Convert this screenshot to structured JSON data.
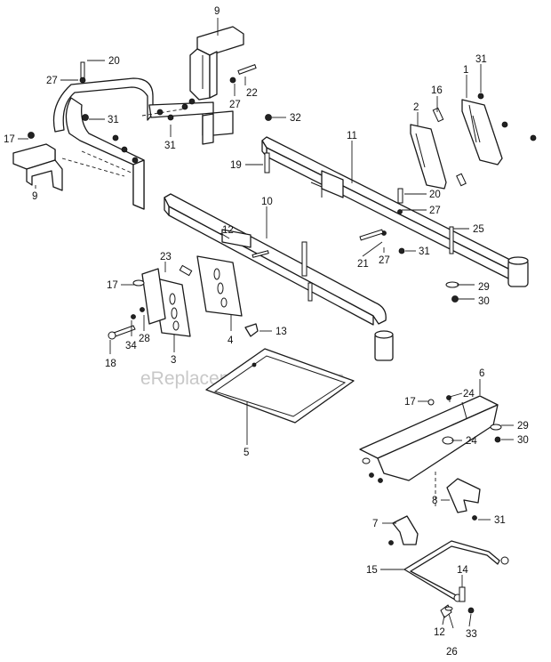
{
  "watermark": "eReplacementParts.com",
  "callouts": [
    {
      "id": "c-9a",
      "label": "9"
    },
    {
      "id": "c-20a",
      "label": "20"
    },
    {
      "id": "c-27a",
      "label": "27"
    },
    {
      "id": "c-22",
      "label": "22"
    },
    {
      "id": "c-27b",
      "label": "27"
    },
    {
      "id": "c-31a",
      "label": "31"
    },
    {
      "id": "c-31b",
      "label": "31"
    },
    {
      "id": "c-17a",
      "label": "17"
    },
    {
      "id": "c-9b",
      "label": "9"
    },
    {
      "id": "c-32",
      "label": "32"
    },
    {
      "id": "c-11",
      "label": "11"
    },
    {
      "id": "c-19",
      "label": "19"
    },
    {
      "id": "c-16",
      "label": "16"
    },
    {
      "id": "c-2",
      "label": "2"
    },
    {
      "id": "c-1",
      "label": "1"
    },
    {
      "id": "c-31c",
      "label": "31"
    },
    {
      "id": "c-20b",
      "label": "20"
    },
    {
      "id": "c-27c",
      "label": "27"
    },
    {
      "id": "c-25",
      "label": "25"
    },
    {
      "id": "c-21",
      "label": "21"
    },
    {
      "id": "c-27d",
      "label": "27"
    },
    {
      "id": "c-31d",
      "label": "31"
    },
    {
      "id": "c-29a",
      "label": "29"
    },
    {
      "id": "c-30a",
      "label": "30"
    },
    {
      "id": "c-10",
      "label": "10"
    },
    {
      "id": "c-12a",
      "label": "12"
    },
    {
      "id": "c-23",
      "label": "23"
    },
    {
      "id": "c-17b",
      "label": "17"
    },
    {
      "id": "c-34",
      "label": "34"
    },
    {
      "id": "c-28",
      "label": "28"
    },
    {
      "id": "c-18",
      "label": "18"
    },
    {
      "id": "c-3",
      "label": "3"
    },
    {
      "id": "c-4",
      "label": "4"
    },
    {
      "id": "c-13",
      "label": "13"
    },
    {
      "id": "c-5",
      "label": "5"
    },
    {
      "id": "c-6",
      "label": "6"
    },
    {
      "id": "c-24a",
      "label": "24"
    },
    {
      "id": "c-17c",
      "label": "17"
    },
    {
      "id": "c-29b",
      "label": "29"
    },
    {
      "id": "c-30b",
      "label": "30"
    },
    {
      "id": "c-24b",
      "label": "24"
    },
    {
      "id": "c-8",
      "label": "8"
    },
    {
      "id": "c-7",
      "label": "7"
    },
    {
      "id": "c-31e",
      "label": "31"
    },
    {
      "id": "c-15",
      "label": "15"
    },
    {
      "id": "c-14",
      "label": "14"
    },
    {
      "id": "c-12b",
      "label": "12"
    },
    {
      "id": "c-33",
      "label": "33"
    },
    {
      "id": "c-26",
      "label": "26"
    }
  ]
}
